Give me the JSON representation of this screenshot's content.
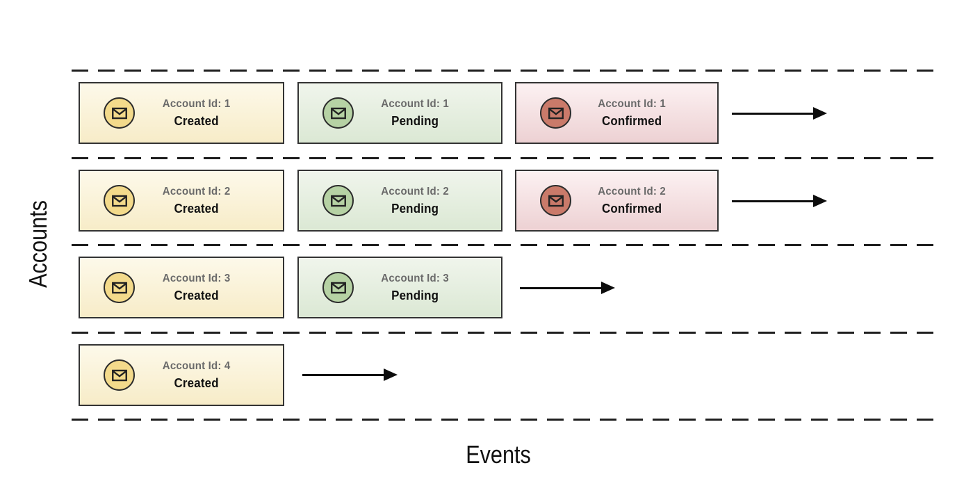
{
  "axes": {
    "y_label": "Accounts",
    "x_label": "Events"
  },
  "icons": {
    "event_icon": "envelope-icon"
  },
  "colors": {
    "created_bg_top": "#fdf9ea",
    "created_bg_bottom": "#f7ecc8",
    "created_icon_fill": "#f3da8b",
    "pending_bg_top": "#f0f5ec",
    "pending_bg_bottom": "#dbe8d4",
    "pending_icon_fill": "#b6d2a4",
    "confirmed_bg_top": "#fcf1f2",
    "confirmed_bg_bottom": "#edd1d3",
    "confirmed_icon_fill": "#ca7a6a",
    "card_border": "#333333",
    "line_color": "#1e1e1e"
  },
  "lanes": [
    {
      "events": [
        {
          "account_label": "Account Id: 1",
          "status": "Created",
          "type": "created"
        },
        {
          "account_label": "Account Id: 1",
          "status": "Pending",
          "type": "pending"
        },
        {
          "account_label": "Account Id: 1",
          "status": "Confirmed",
          "type": "confirmed"
        }
      ]
    },
    {
      "events": [
        {
          "account_label": "Account Id: 2",
          "status": "Created",
          "type": "created"
        },
        {
          "account_label": "Account Id: 2",
          "status": "Pending",
          "type": "pending"
        },
        {
          "account_label": "Account Id: 2",
          "status": "Confirmed",
          "type": "confirmed"
        }
      ]
    },
    {
      "events": [
        {
          "account_label": "Account Id: 3",
          "status": "Created",
          "type": "created"
        },
        {
          "account_label": "Account Id: 3",
          "status": "Pending",
          "type": "pending"
        }
      ]
    },
    {
      "events": [
        {
          "account_label": "Account Id: 4",
          "status": "Created",
          "type": "created"
        }
      ]
    }
  ]
}
